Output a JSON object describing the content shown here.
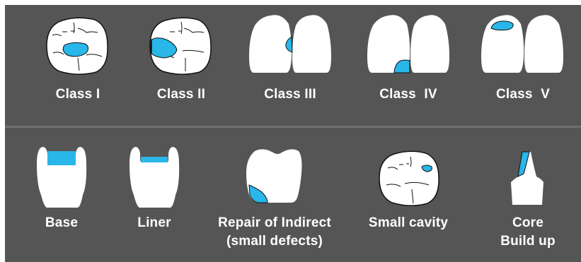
{
  "colors": {
    "background": "#555555",
    "tooth": "#ffffff",
    "lesion": "#29b6e8",
    "outline": "#111111",
    "label": "#ffffff"
  },
  "row1": {
    "labels": [
      "Class I",
      "Class II",
      "Class III",
      "Class IV",
      "Class V"
    ]
  },
  "row2": {
    "labels": [
      "Base",
      "Liner",
      "Repair of Indirect",
      "Small cavity",
      "Core"
    ],
    "sublabels": {
      "repair": "(small defects)",
      "core": "Build up"
    }
  }
}
